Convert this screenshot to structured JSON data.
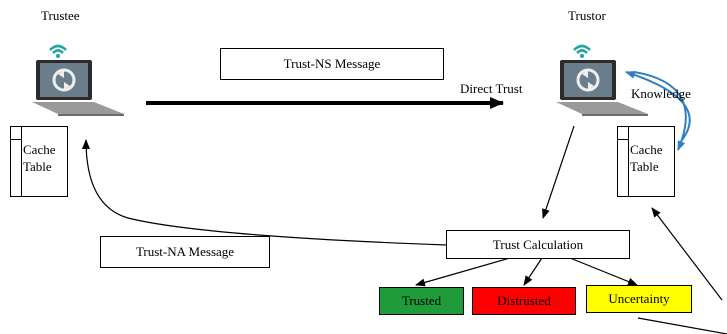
{
  "nodes": {
    "trustee_label": "Trustee",
    "trustor_label": "Trustor"
  },
  "messages": {
    "trust_ns": "Trust-NS Message",
    "direct_trust": "Direct Trust",
    "knowledge": "Knowledge",
    "trust_na": "Trust-NA Message"
  },
  "cache": {
    "left_line1": "Cache",
    "left_line2": "Table",
    "right_line1": "Cache",
    "right_line2": "Table"
  },
  "calculation": {
    "label": "Trust Calculation"
  },
  "outcomes": [
    {
      "label": "Trusted",
      "color": "#1f9b3a"
    },
    {
      "label": "Distrusted",
      "color": "#ff0000"
    },
    {
      "label": "Uncertainty",
      "color": "#ffff00"
    }
  ],
  "colors": {
    "knowledge_arrow": "#2f7fc4",
    "wifi": "#1fa7a0"
  }
}
